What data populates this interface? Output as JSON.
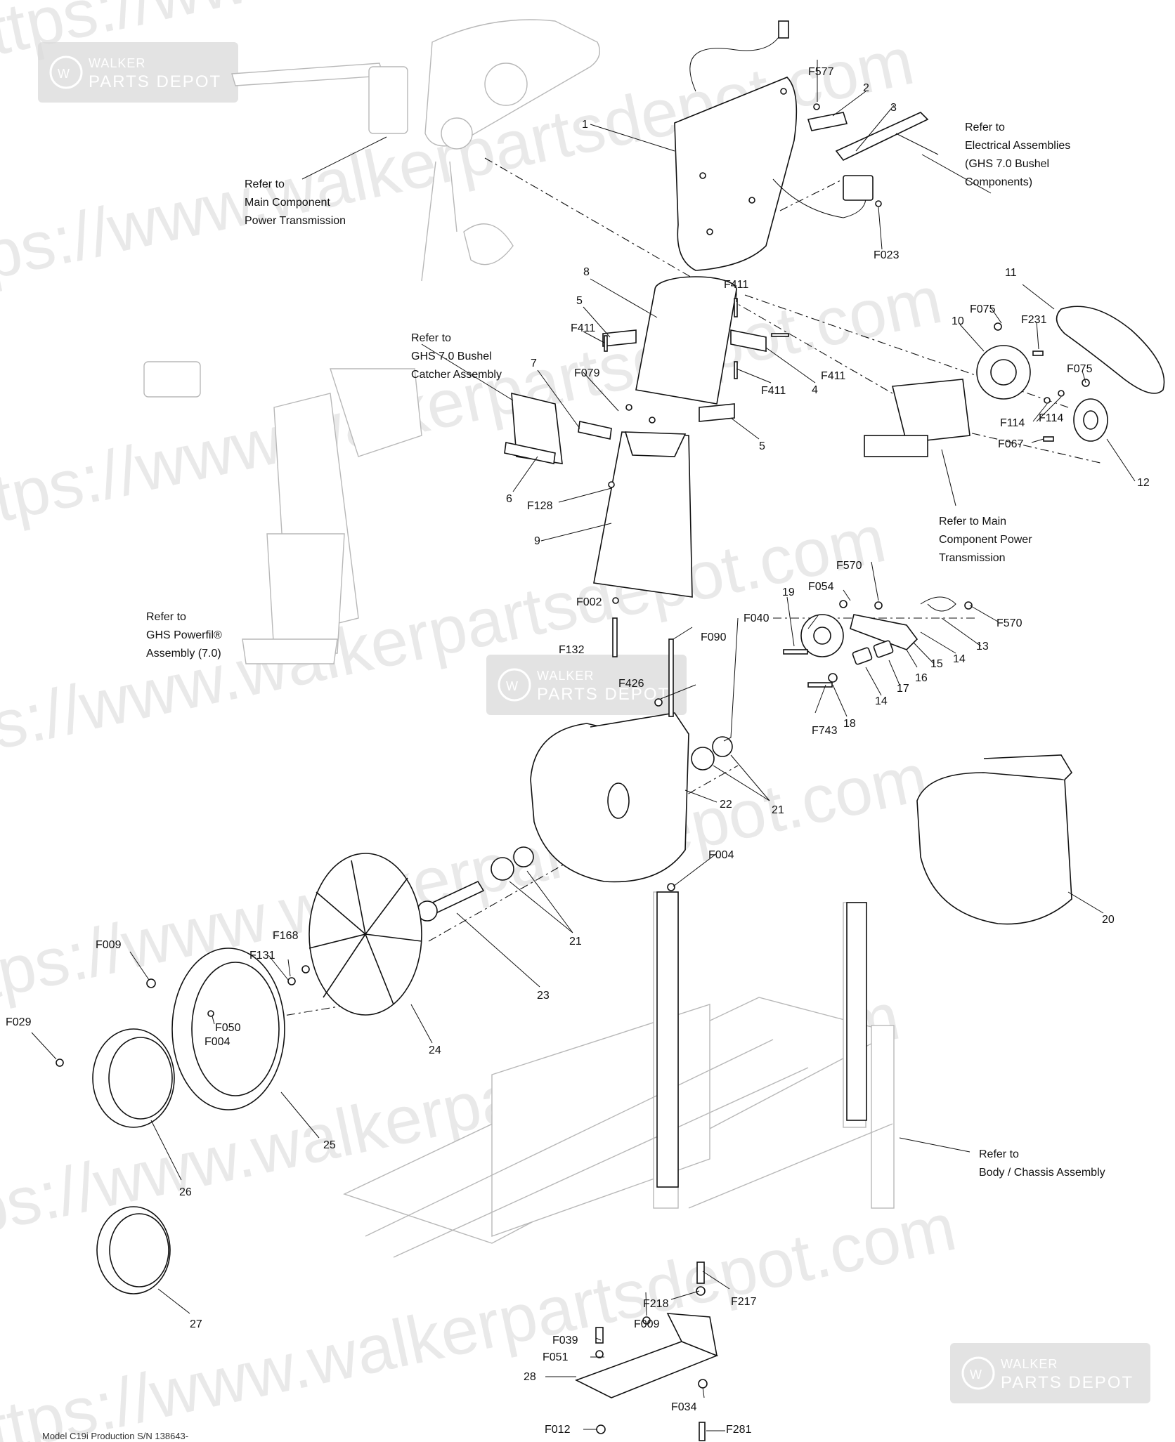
{
  "watermark": {
    "text": "https://www.walkerpartsdepot.com",
    "logo_line1": "WALKER",
    "logo_line2": "PARTS DEPOT"
  },
  "references": {
    "main_component": [
      "Refer to",
      "Main Component",
      "Power Transmission"
    ],
    "electrical": [
      "Refer to",
      "Electrical Assemblies",
      "(GHS 7.0 Bushel",
      "Components)"
    ],
    "catcher": [
      "Refer to",
      "GHS 7.0 Bushel",
      "Catcher Assembly"
    ],
    "powerfil": [
      "Refer to",
      "GHS Powerfil®",
      "Assembly (7.0)"
    ],
    "main_component_2": [
      "Refer to Main",
      "Component Power",
      "Transmission"
    ],
    "chassis": [
      "Refer to",
      "Body / Chassis Assembly"
    ]
  },
  "callouts": [
    "1",
    "2",
    "3",
    "F577",
    "F023",
    "4",
    "5",
    "5",
    "6",
    "7",
    "8",
    "9",
    "10",
    "11",
    "12",
    "13",
    "14",
    "14",
    "15",
    "16",
    "17",
    "18",
    "19",
    "20",
    "21",
    "21",
    "22",
    "23",
    "24",
    "25",
    "26",
    "27",
    "28",
    "F411",
    "F411",
    "F411",
    "F411",
    "F079",
    "F128",
    "F002",
    "F132",
    "F090",
    "F426",
    "F075",
    "F075",
    "F231",
    "F114",
    "F114",
    "F067",
    "F570",
    "F570",
    "F054",
    "F040",
    "F743",
    "F004",
    "F009",
    "F168",
    "F131",
    "F050",
    "F004",
    "F029",
    "F218",
    "F217",
    "F009",
    "F039",
    "F051",
    "F012",
    "F034",
    "F281"
  ],
  "footer": "Model C19i Production S/N 138643-"
}
